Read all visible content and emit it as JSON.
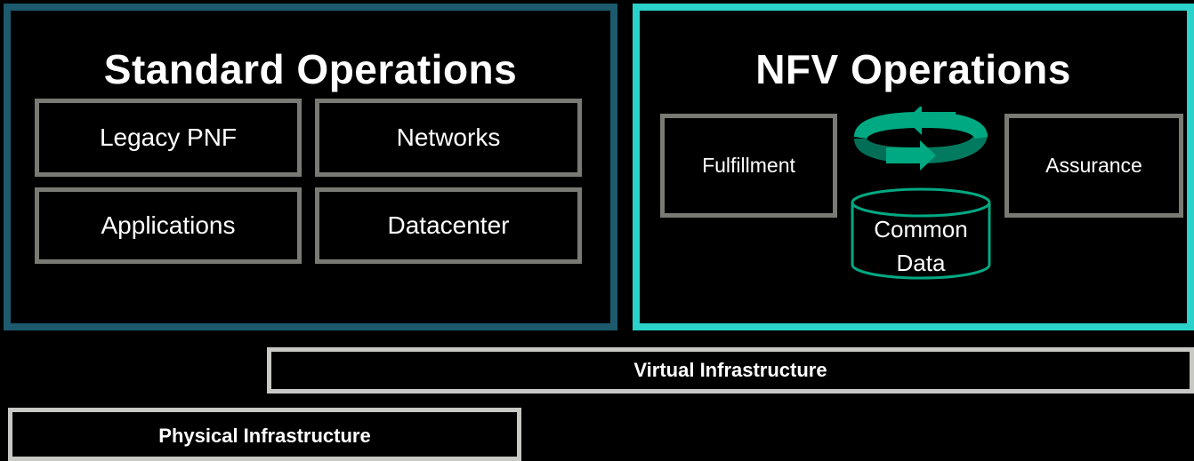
{
  "standard_operations": {
    "title": "Standard Operations",
    "boxes": [
      "Legacy PNF",
      "Networks",
      "Applications",
      "Datacenter"
    ]
  },
  "nfv_operations": {
    "title": "NFV Operations",
    "fulfillment": "Fulfillment",
    "assurance": "Assurance",
    "common_data_line1": "Common",
    "common_data_line2": "Data"
  },
  "infrastructure": {
    "virtual": "Virtual Infrastructure",
    "physical": "Physical Infrastructure"
  },
  "colors": {
    "standard_border": "#1d5a6e",
    "nfv_border": "#2ad2c9",
    "box_border": "#7a7a74",
    "infra_border": "#c8c8c4",
    "cycle_green": "#01a982"
  }
}
